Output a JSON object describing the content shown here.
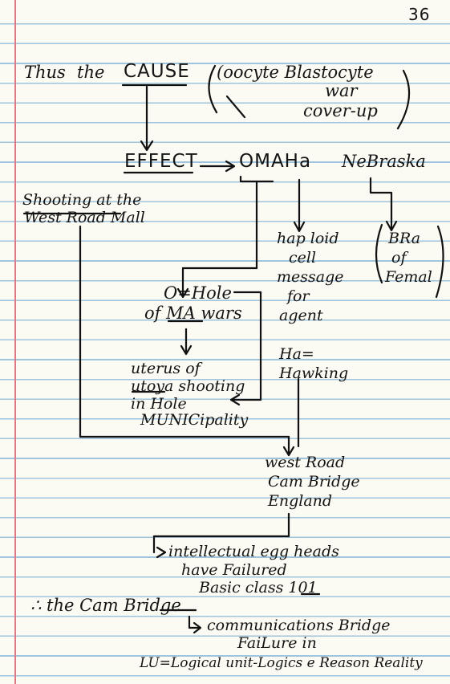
{
  "page_number": "36",
  "lines": {
    "thus": "Thus",
    "the1": "the",
    "cause": "CAUSE",
    "oocyte": "(oocyte Blastocyte",
    "war": "war",
    "cover_up": "cover-up",
    "effect": "EFFECT",
    "omaha": "OMAHa",
    "nebraska": "NeBraska",
    "shooting_1": "Shooting at the",
    "shooting_2": "West Road Mall",
    "hap_1": "hap loid",
    "hap_2": "cell",
    "hap_3": "message",
    "hap_4": "for",
    "hap_5": "agent",
    "bra_1": "BRa",
    "bra_2": "of",
    "bra_3": "Femal",
    "hole_1": "O=Hole",
    "hole_2": "of MA wars",
    "ha_1": "Ha=",
    "ha_2": "Hawking",
    "uterus_1": "uterus of",
    "uterus_2": "utoya shooting",
    "uterus_3": "in   Hole",
    "uterus_4": "MUNICipality",
    "westroad_1": "west Road",
    "westroad_2": "Cam Bridge",
    "westroad_3": "England",
    "intellectual": "intellectual egg heads",
    "have": "have Failured",
    "basic": "Basic class 101",
    "therefore": "∴  the  Cam Bridge",
    "communications": "communications  Bridge",
    "failure": "FaiLure   in",
    "logical": "LU=Logical unit-Logics e Reason Reality"
  }
}
